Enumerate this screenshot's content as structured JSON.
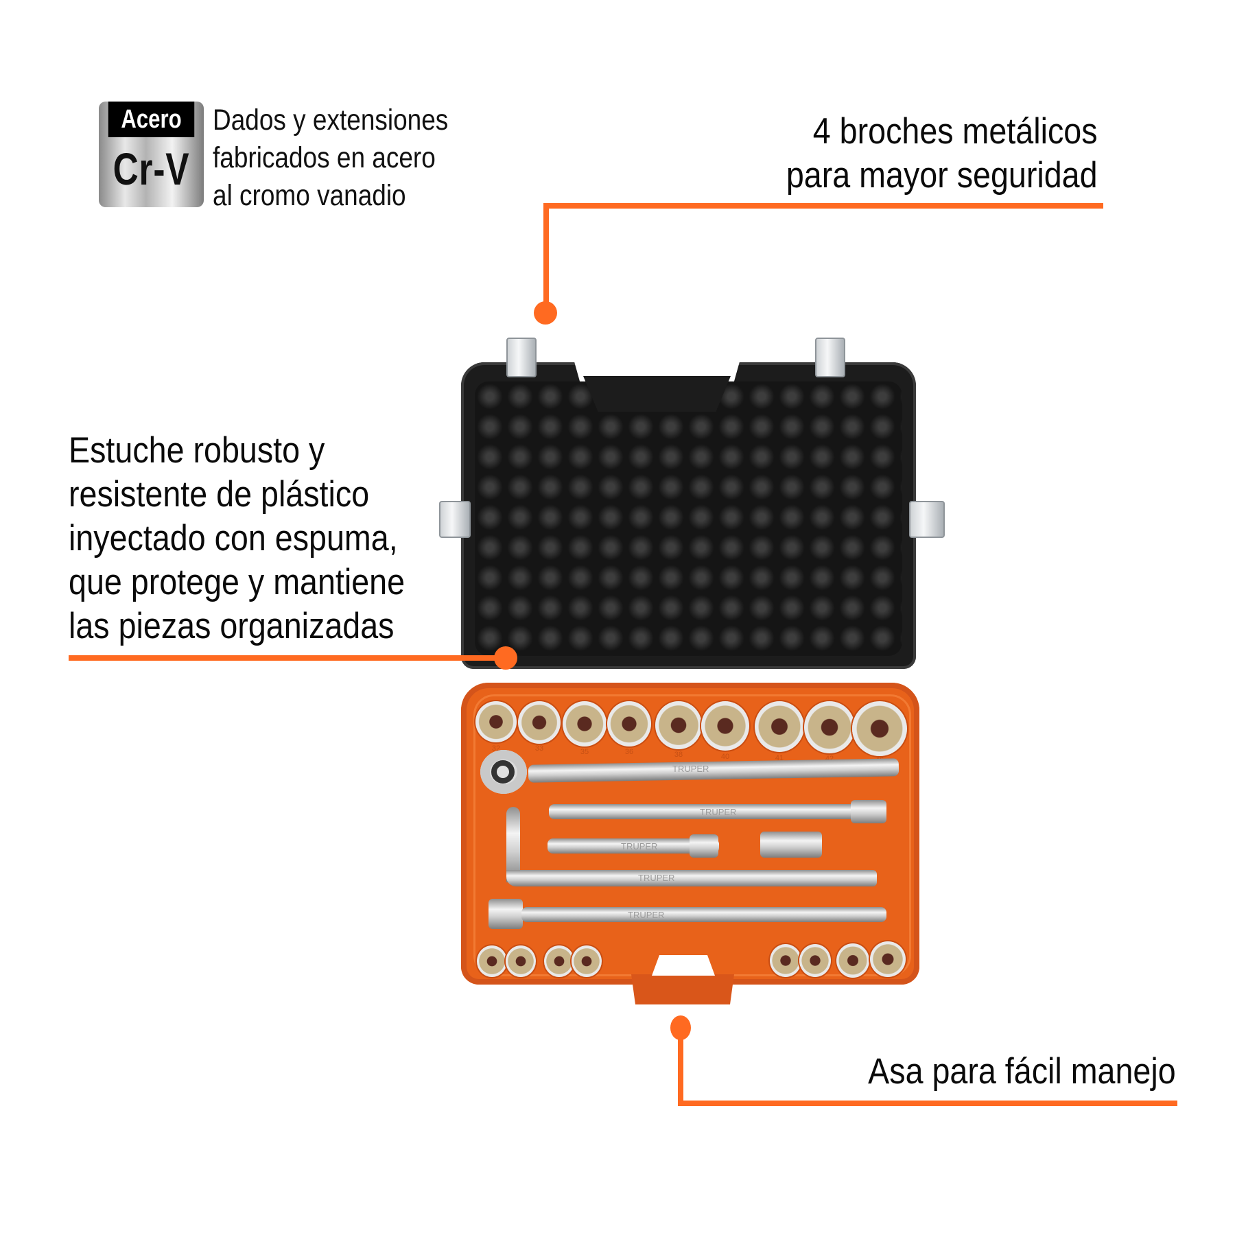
{
  "badge": {
    "top_label": "Acero",
    "main_label": "Cr-V"
  },
  "features": {
    "material": [
      "Dados y extensiones",
      "fabricados en acero",
      "al cromo vanadio"
    ],
    "clasps": [
      "4 broches metálicos",
      "para mayor seguridad"
    ],
    "case": [
      "Estuche robusto y",
      "resistente de plástico",
      "inyectado con espuma,",
      "que protege y mantiene",
      "las piezas organizadas"
    ],
    "handle": [
      "Asa para fácil manejo"
    ]
  },
  "product": {
    "brand": "TRUPER",
    "top_socket_sizes": [
      "32",
      "33",
      "35",
      "36",
      "38",
      "40",
      "41",
      "42",
      "46"
    ],
    "colors": {
      "accent": "#FF6A21",
      "case_orange": "#E8621A",
      "lid_black": "#1c1c1c"
    }
  }
}
